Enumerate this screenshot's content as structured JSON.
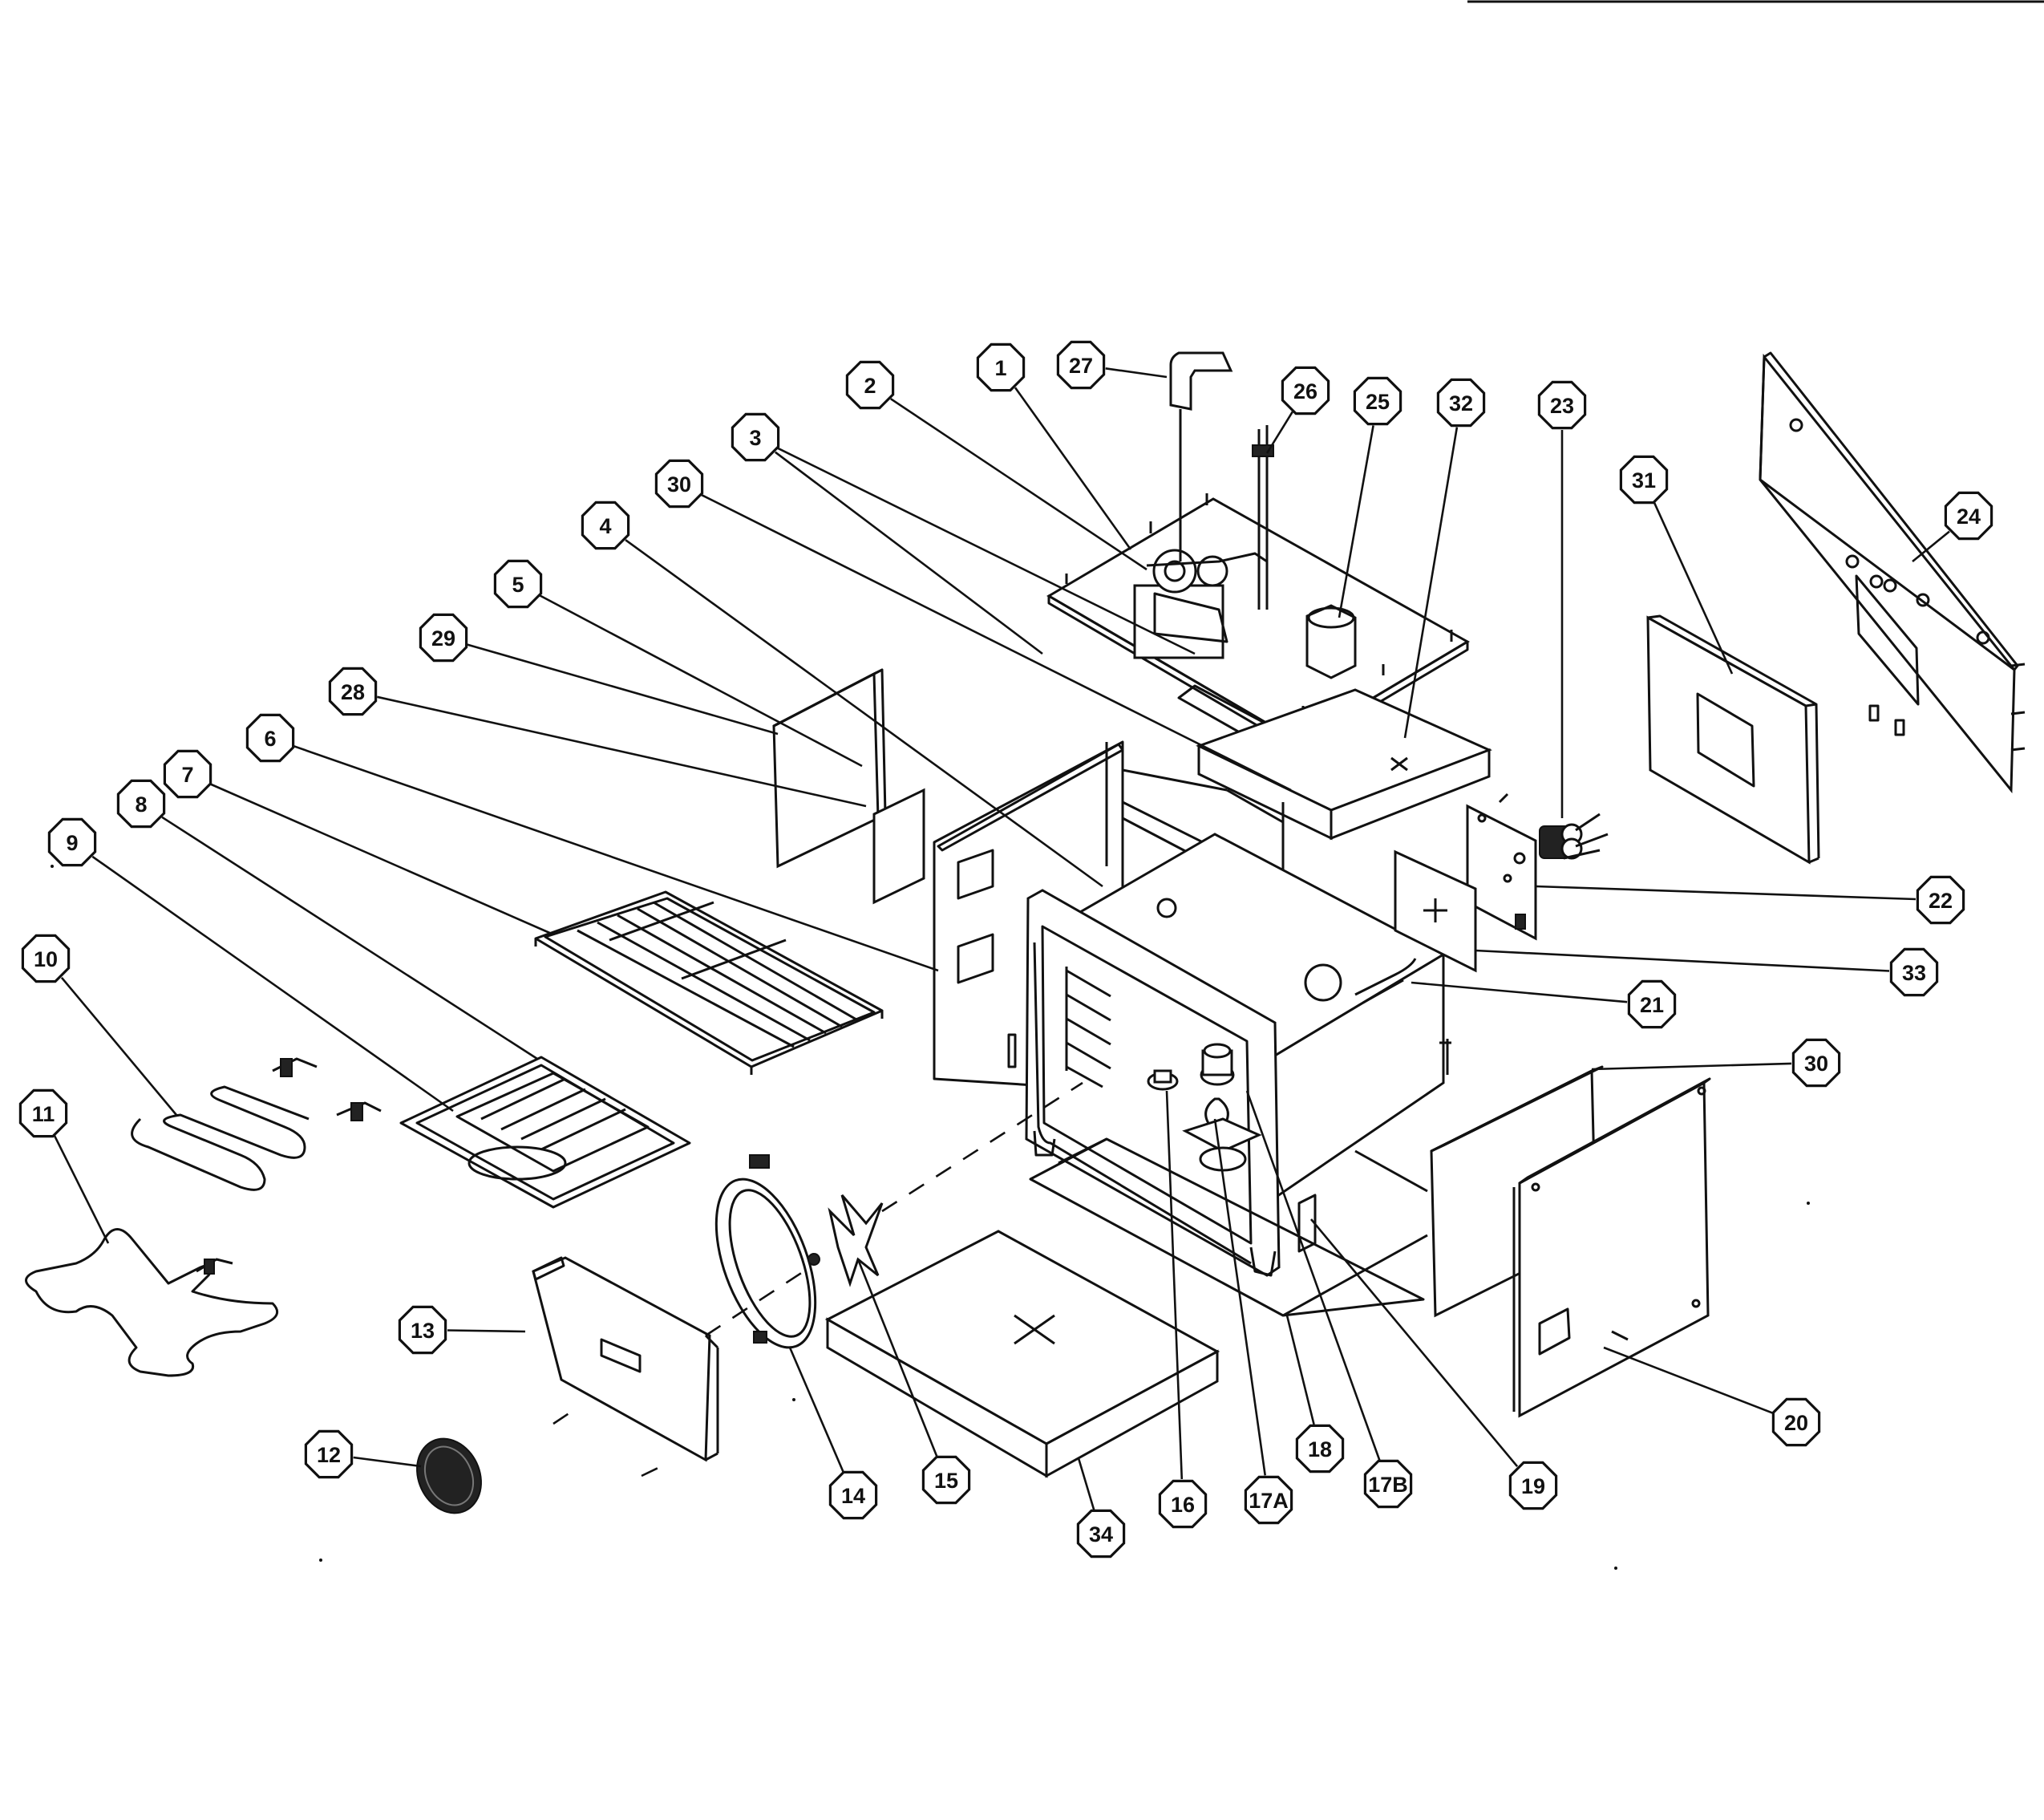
{
  "callouts": [
    {
      "id": "c1",
      "label": "1"
    },
    {
      "id": "c2",
      "label": "2"
    },
    {
      "id": "c3",
      "label": "3"
    },
    {
      "id": "c4",
      "label": "4"
    },
    {
      "id": "c5",
      "label": "5"
    },
    {
      "id": "c6",
      "label": "6"
    },
    {
      "id": "c7",
      "label": "7"
    },
    {
      "id": "c8",
      "label": "8"
    },
    {
      "id": "c9",
      "label": "9"
    },
    {
      "id": "c10",
      "label": "10"
    },
    {
      "id": "c11",
      "label": "11"
    },
    {
      "id": "c12",
      "label": "12"
    },
    {
      "id": "c13",
      "label": "13"
    },
    {
      "id": "c14",
      "label": "14"
    },
    {
      "id": "c15",
      "label": "15"
    },
    {
      "id": "c16",
      "label": "16"
    },
    {
      "id": "c17a",
      "label": "17A"
    },
    {
      "id": "c17b",
      "label": "17B"
    },
    {
      "id": "c18",
      "label": "18"
    },
    {
      "id": "c19",
      "label": "19"
    },
    {
      "id": "c20",
      "label": "20"
    },
    {
      "id": "c21",
      "label": "21"
    },
    {
      "id": "c22",
      "label": "22"
    },
    {
      "id": "c23",
      "label": "23"
    },
    {
      "id": "c24",
      "label": "24"
    },
    {
      "id": "c25",
      "label": "25"
    },
    {
      "id": "c26",
      "label": "26"
    },
    {
      "id": "c27",
      "label": "27"
    },
    {
      "id": "c28",
      "label": "28"
    },
    {
      "id": "c29",
      "label": "29"
    },
    {
      "id": "c30a",
      "label": "30"
    },
    {
      "id": "c30b",
      "label": "30"
    },
    {
      "id": "c31",
      "label": "31"
    },
    {
      "id": "c32",
      "label": "32"
    },
    {
      "id": "c33",
      "label": "33"
    },
    {
      "id": "c34",
      "label": "34"
    }
  ]
}
